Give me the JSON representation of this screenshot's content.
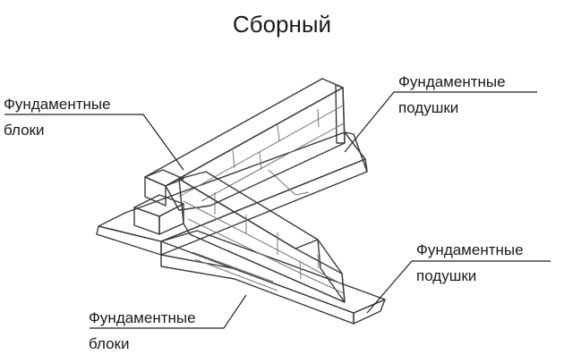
{
  "title": "Сборный",
  "labels": {
    "blocks_top": {
      "line1": "Фундаментные",
      "line2": "блоки"
    },
    "pads_top": {
      "line1": "Фундаментные",
      "line2": "подушки"
    },
    "pads_bottom": {
      "line1": "Фундаментные",
      "line2": "подушки"
    },
    "blocks_bottom": {
      "line1": "Фундаментные",
      "line2": "блоки"
    }
  }
}
